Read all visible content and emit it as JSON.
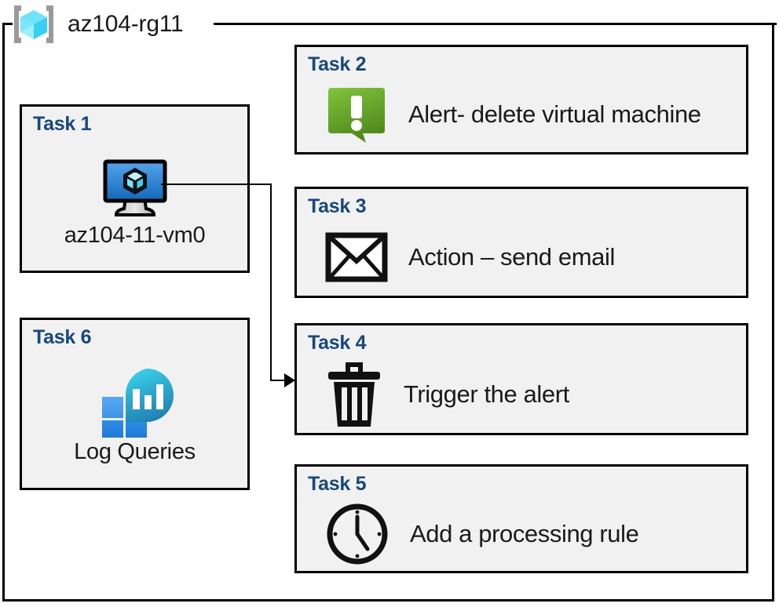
{
  "resource_group": {
    "icon": "azure-resource-group-icon",
    "title": "az104-rg11"
  },
  "cards": {
    "task1": {
      "title": "Task 1",
      "icon": "virtual-machine-icon",
      "label": "az104-11-vm0"
    },
    "task2": {
      "title": "Task 2",
      "icon": "alert-exclamation-bubble-icon",
      "label": "Alert- delete virtual machine"
    },
    "task3": {
      "title": "Task 3",
      "icon": "envelope-icon",
      "label": "Action – send email"
    },
    "task4": {
      "title": "Task 4",
      "icon": "trash-can-icon",
      "label": "Trigger the alert"
    },
    "task5": {
      "title": "Task 5",
      "icon": "clock-icon",
      "label": "Add a processing rule"
    },
    "task6": {
      "title": "Task 6",
      "icon": "log-analytics-icon",
      "label": "Log Queries"
    }
  },
  "connector": {
    "from": "task1-virtual-machine-icon",
    "to": "task4-card",
    "arrow": "arrow-right-icon"
  },
  "colors": {
    "card_background": "#f1f1f1",
    "card_border": "#000000",
    "task_title": "#17487c",
    "body_text": "#1a1a1a",
    "alert_green_light": "#7ab832",
    "alert_green_dark": "#4f8a1c",
    "vm_blue_light": "#4b9ae4",
    "vm_blue_dark": "#1466b5",
    "log_cyan": "#31c8e8",
    "log_blue": "#2484dd",
    "rg_cube_cyan": "#6fe3f7",
    "rg_bracket_gray": "#9a9a9a",
    "page_background": "#ffffff"
  }
}
